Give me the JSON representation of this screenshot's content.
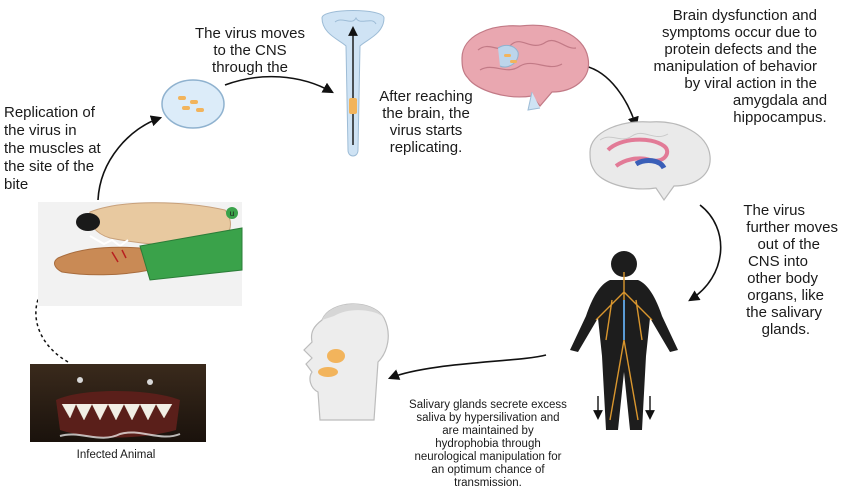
{
  "steps": {
    "replication_muscles": [
      "Replication of",
      "the virus in",
      "the muscles at",
      "the site of the",
      "bite"
    ],
    "moves_to_cns": [
      "The virus moves",
      "to the CNS",
      "through the"
    ],
    "brain_replicating": [
      "After reaching",
      "the brain, the",
      "virus starts",
      "replicating."
    ],
    "brain_dysfunction": [
      "Brain dysfunction and",
      "symptoms occur due to",
      "protein defects and the",
      "manipulation of behavior",
      "by viral action in the",
      "amygdala and",
      "hippocampus."
    ],
    "moves_out_cns": [
      "The virus",
      "further moves",
      "out of the",
      "CNS into",
      "other body",
      "organs, like",
      "the salivary",
      "glands."
    ],
    "salivary_glands": [
      "Salivary glands secrete excess",
      "saliva by hypersilivation and",
      "are maintained by",
      "hydrophobia through",
      "neurological manipulation for",
      "an optimum chance of",
      "transmission."
    ]
  },
  "infected_animal_label": "Infected Animal",
  "bite_badge_letter": "u",
  "colors": {
    "arrow": "#111111",
    "sleeve_green": "#3aa24a",
    "skin": "#c98a55",
    "brain_pink": "#e9a7b0",
    "spine_blue": "#cfe3f4",
    "nerve_orange": "#d9962e",
    "gland_orange": "#f2b45c",
    "virus_cell": "#dcecf9"
  }
}
